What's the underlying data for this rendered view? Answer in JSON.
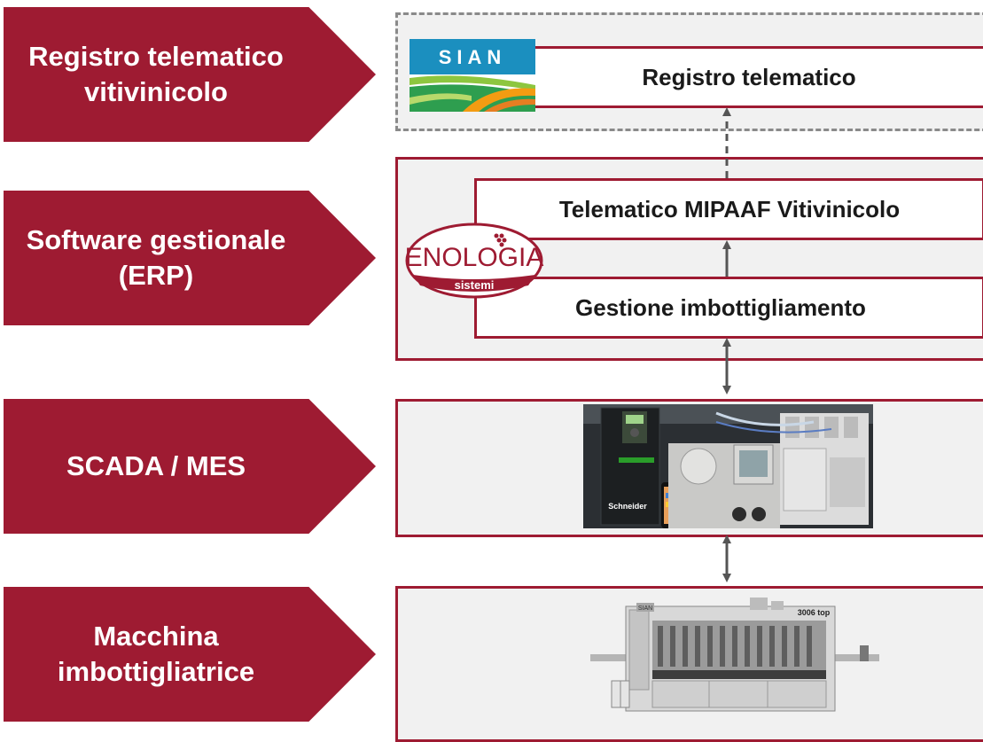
{
  "layers": [
    {
      "label": "Registro telematico\nvitivinicolo"
    },
    {
      "label": "Software gestionale\n(ERP)"
    },
    {
      "label": "SCADA / MES"
    },
    {
      "label": "Macchina\nimbottigliatrice"
    }
  ],
  "registro_box": {
    "label": "Registro telematico"
  },
  "sian_logo": {
    "text": "SIAN"
  },
  "erp_boxes": {
    "telematico": "Telematico MIPAAF Vitivinicolo",
    "imbottigliamento": "Gestione imbottigliamento"
  },
  "enologia_logo": {
    "name": "ENOLOGIA",
    "sub": "sistemi"
  },
  "scada_photo": {
    "brand": "Schneider"
  },
  "machine_photo": {
    "model": "3006 top"
  },
  "colors": {
    "accent": "#9e1b32",
    "panel_bg": "#f1f1f1",
    "dashed_border": "#8a8a8a",
    "arrow": "#555555"
  }
}
